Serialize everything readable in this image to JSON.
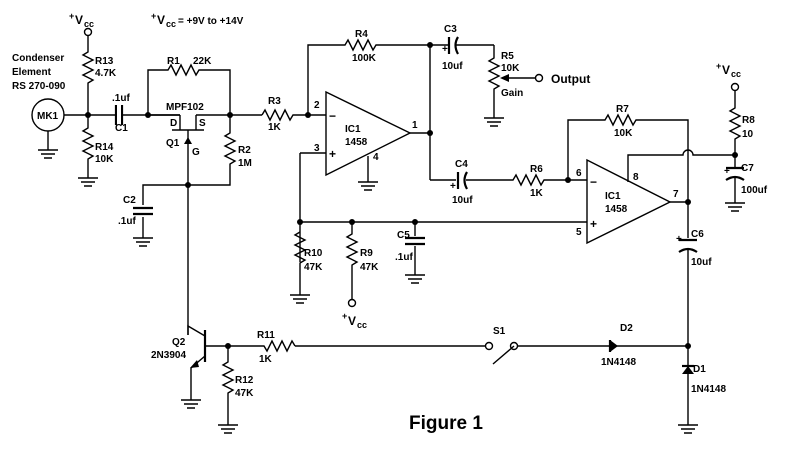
{
  "figure_title": "Figure 1",
  "supply_note": "V",
  "supply_note_sub": "cc",
  "supply_note_rest": " = +9V to +14V",
  "vcc": {
    "plus": "+",
    "v": "V",
    "sub": "cc"
  },
  "mic": {
    "caption1": "Condenser",
    "caption2": "Element",
    "caption3": "RS 270-090",
    "ref": "MK1"
  },
  "resistors": {
    "R13": {
      "ref": "R13",
      "value": "4.7K"
    },
    "R14": {
      "ref": "R14",
      "value": "10K"
    },
    "R1": {
      "ref": "R1",
      "value": "22K"
    },
    "R2": {
      "ref": "R2",
      "value": "1M"
    },
    "R3": {
      "ref": "R3",
      "value": "1K"
    },
    "R4": {
      "ref": "R4",
      "value": "100K"
    },
    "R5": {
      "ref": "R5",
      "value": "10K",
      "extra": "Gain"
    },
    "R6": {
      "ref": "R6",
      "value": "1K"
    },
    "R7": {
      "ref": "R7",
      "value": "10K"
    },
    "R8": {
      "ref": "R8",
      "value": "10"
    },
    "R9": {
      "ref": "R9",
      "value": "47K"
    },
    "R10": {
      "ref": "R10",
      "value": "47K"
    },
    "R11": {
      "ref": "R11",
      "value": "1K"
    },
    "R12": {
      "ref": "R12",
      "value": "47K"
    }
  },
  "capacitors": {
    "C1": {
      "ref": "C1",
      "value": ".1uf"
    },
    "C2": {
      "ref": "C2",
      "value": ".1uf"
    },
    "C3": {
      "ref": "C3",
      "value": "10uf",
      "pol": "+"
    },
    "C4": {
      "ref": "C4",
      "value": "10uf",
      "pol": "+"
    },
    "C5": {
      "ref": "C5",
      "value": ".1uf"
    },
    "C6": {
      "ref": "C6",
      "value": "10uf",
      "pol": "+"
    },
    "C7": {
      "ref": "C7",
      "value": "100uf",
      "pol": "+"
    }
  },
  "q1": {
    "ref": "Q1",
    "part": "MPF102",
    "d": "D",
    "s": "S",
    "g": "G"
  },
  "q2": {
    "ref": "Q2",
    "part": "2N3904"
  },
  "ic1a": {
    "ref": "IC1",
    "part": "1458",
    "pins": [
      "2",
      "3",
      "4",
      "1"
    ],
    "minus": "−",
    "plus": "+"
  },
  "ic1b": {
    "ref": "IC1",
    "part": "1458",
    "pins": [
      "6",
      "5",
      "8",
      "7"
    ],
    "minus": "−",
    "plus": "+"
  },
  "s1": {
    "ref": "S1"
  },
  "d1": {
    "ref": "D1",
    "part": "1N4148"
  },
  "d2": {
    "ref": "D2",
    "part": "1N4148"
  },
  "output_label": "Output"
}
